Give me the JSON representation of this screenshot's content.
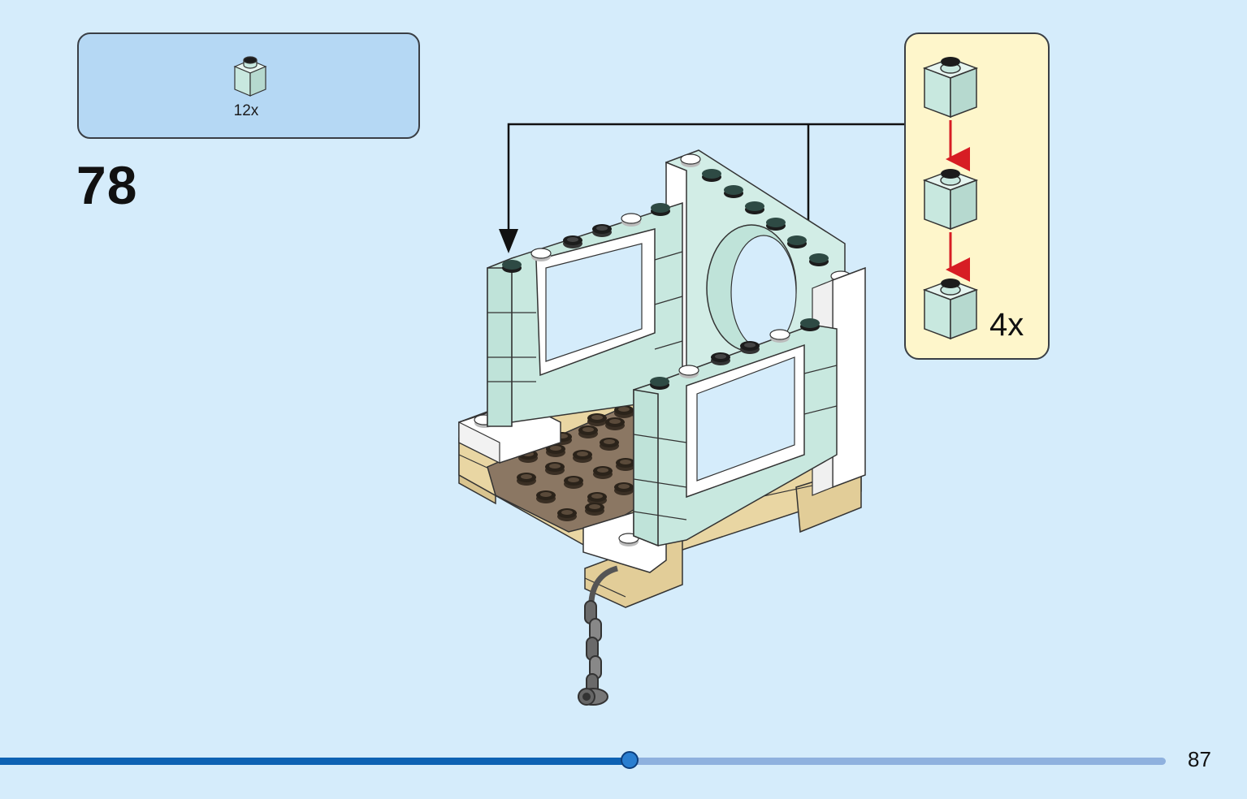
{
  "step": {
    "number": "78"
  },
  "parts_list": {
    "items": [
      {
        "part": "brick-1x1-sand-green-icon",
        "quantity": "12x"
      }
    ]
  },
  "sub_assembly": {
    "quantity": "4x"
  },
  "footer": {
    "page_number": "87",
    "progress": 0.54
  },
  "colors": {
    "background": "#d5ecfb",
    "parts_box": "#b5d8f4",
    "callout_box": "#fef6cb",
    "sand_green": "#c8e8df",
    "tan": "#e9d6a3",
    "dark_tan": "#8b7763",
    "arrow_red": "#d71d24",
    "progress_fill": "#0e62b3",
    "progress_track": "#8fb1de"
  }
}
